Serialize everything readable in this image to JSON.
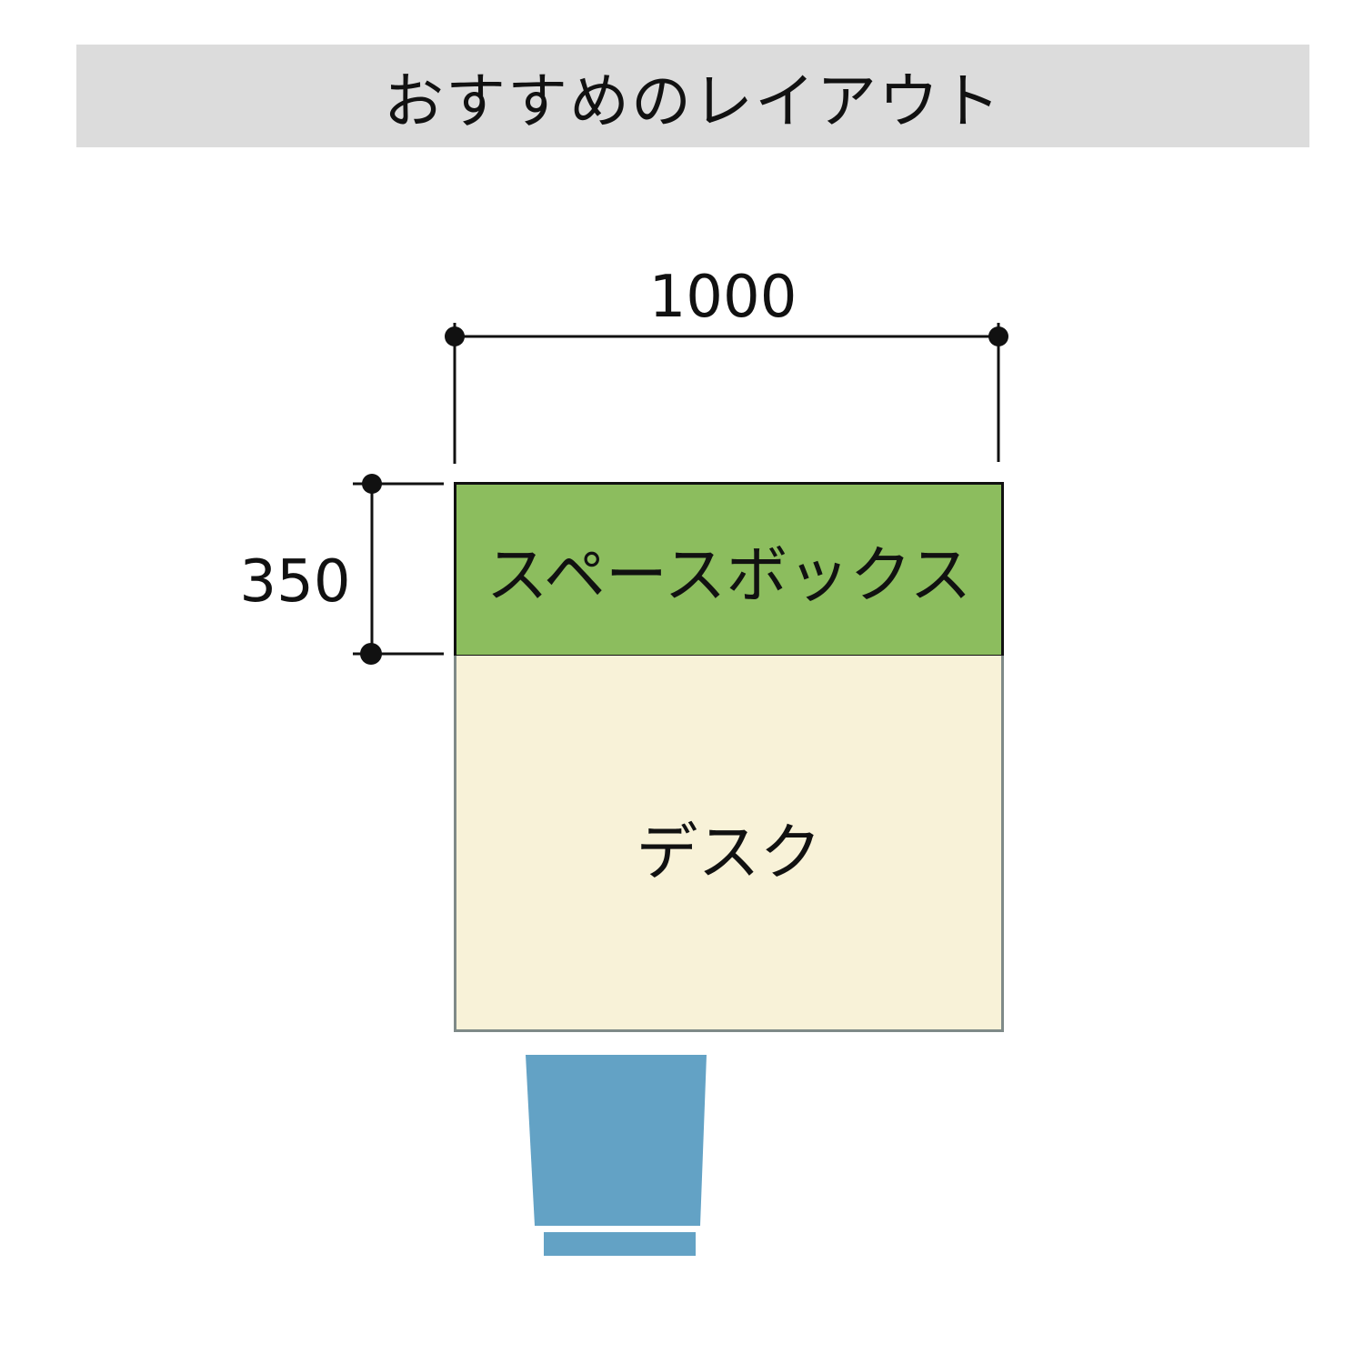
{
  "title": "おすすめのレイアウト",
  "dimensions": {
    "width_label": "1000",
    "height_label": "350"
  },
  "items": {
    "space_box": {
      "label": "スペースボックス",
      "color": "#8cbd5e"
    },
    "desk": {
      "label": "デスク",
      "color": "#f8f2d8"
    },
    "chair": {
      "color": "#63a2c5"
    }
  },
  "colors": {
    "banner_bg": "#dcdcdc",
    "line": "#111111"
  }
}
